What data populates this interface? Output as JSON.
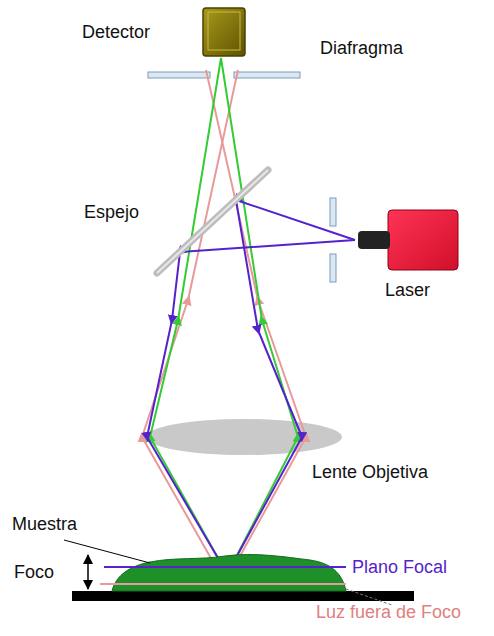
{
  "diagram": {
    "labels": [
      "Detector",
      "Diafragma",
      "Espejo",
      "Laser",
      "Lente Objetiva",
      "Muestra",
      "Foco",
      "Plano Focal",
      "Luz fuera de Foco"
    ]
  }
}
